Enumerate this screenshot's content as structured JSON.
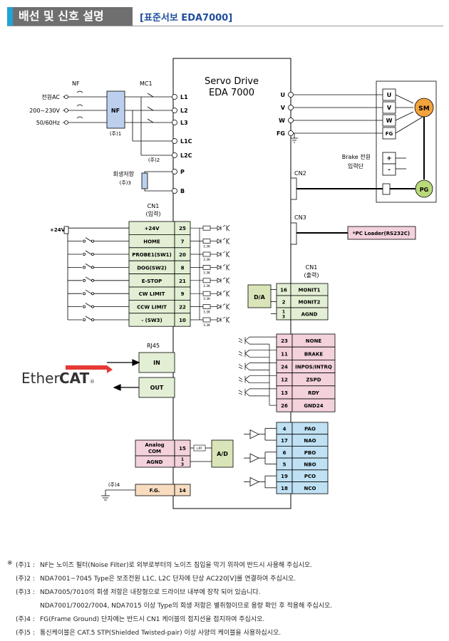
{
  "header": {
    "title": "배선 및 신호 설명",
    "subtitle": "[표준서보 EDA7000]"
  },
  "drive": {
    "title1": "Servo Drive",
    "title2": "EDA 7000"
  },
  "power": {
    "nf_label": "NF",
    "mc1_label": "MC1",
    "input_lines": [
      "전원AC",
      "200~230V",
      "50/60Hz"
    ],
    "nf_box": "NF",
    "note1": "(주)1",
    "note2": "(주)2",
    "terminals": [
      "L1",
      "L2",
      "L3",
      "L1C",
      "L2C"
    ]
  },
  "regen": {
    "label1": "회생저항",
    "label2": "(주)3",
    "terminals": [
      "P",
      "B"
    ]
  },
  "motor": {
    "terminals": [
      "U",
      "V",
      "W",
      "FG"
    ],
    "box_labels": [
      "U",
      "V",
      "W",
      "FG"
    ],
    "sm": "SM",
    "pg": "PG",
    "brake_label1": "Brake 전원",
    "brake_label2": "입력단",
    "brake_plus": "+",
    "brake_minus": "-"
  },
  "cn2": {
    "label": "CN2"
  },
  "cn3": {
    "label": "CN3",
    "box": "*PC Loader(RS232C)"
  },
  "cn1_input": {
    "label1": "CN1",
    "label2": "(입력)",
    "supply": "+24V",
    "resistor": "3.3K",
    "rows": [
      {
        "name": "+24V",
        "pin": "25"
      },
      {
        "name": "HOME",
        "pin": "7"
      },
      {
        "name": "PROBE1(SW1)",
        "pin": "20"
      },
      {
        "name": "DOG(SW2)",
        "pin": "8"
      },
      {
        "name": "E-STOP",
        "pin": "21"
      },
      {
        "name": "CW LIMIT",
        "pin": "9"
      },
      {
        "name": "CCW LIMIT",
        "pin": "22"
      },
      {
        "name": "- (SW3)",
        "pin": "10"
      }
    ]
  },
  "cn1_output": {
    "label1": "CN1",
    "label2": "(출력)",
    "da": "D/A",
    "monit": [
      {
        "pin": "16",
        "name": "MONIT1"
      },
      {
        "pin": "2",
        "name": "MONIT2"
      },
      {
        "pin": "1",
        "pin2": "3",
        "name": "AGND"
      }
    ],
    "digital": [
      {
        "pin": "23",
        "name": "NONE"
      },
      {
        "pin": "11",
        "name": "BRAKE"
      },
      {
        "pin": "24",
        "name": "INPOS/INTRQ"
      },
      {
        "pin": "12",
        "name": "ZSPD"
      },
      {
        "pin": "13",
        "name": "RDY"
      },
      {
        "pin": "26",
        "name": "GND24"
      }
    ],
    "encoder": [
      {
        "pin": "4",
        "name": "PAO"
      },
      {
        "pin": "17",
        "name": "NAO"
      },
      {
        "pin": "6",
        "name": "PBO"
      },
      {
        "pin": "5",
        "name": "NBO"
      },
      {
        "pin": "19",
        "name": "PCO"
      },
      {
        "pin": "18",
        "name": "NCO"
      }
    ]
  },
  "ethercat": {
    "rj45": "RJ45",
    "in": "IN",
    "out": "OUT",
    "logo_a": "Ether",
    "logo_b": "CAT",
    "logo_reg": "®"
  },
  "analog": {
    "name1": "Analog",
    "name2": "COM",
    "pin": "15",
    "agnd": "AGND",
    "agnd_pin1": "1",
    "agnd_pin2": "3",
    "lpf": "LPF",
    "ad": "A/D"
  },
  "fg": {
    "note": "(주)4",
    "name": "F.G.",
    "pin": "14"
  },
  "notes": [
    {
      "mark": "※",
      "key": "(주)1 :",
      "text": "NF는 노이즈 필터(Noise Filter)로 외부로부터의 노이즈 침입을 막기 위하여 반드시 사용해 주십시오."
    },
    {
      "mark": "",
      "key": "(주)2 :",
      "text": "NDA7001~7045 Type은 보조전원 L1C, L2C 단자에 단상 AC220[V]를 연결하여 주십시오."
    },
    {
      "mark": "",
      "key": "(주)3 :",
      "text": "NDA7005/7010의 회생 저항은 내장형으로 드라이브 내부에 장착 되어 있습니다."
    },
    {
      "mark": "",
      "key": "",
      "text": "NDA7001/7002/7004, NDA7015 이상 Type의 회생 저항은 별취형이므로 용량 확인 후 적용해 주십시오."
    },
    {
      "mark": "",
      "key": "(주)4 :",
      "text": "FG(Frame Ground) 단자에는 반드시 CN1 케이블의 접지선을 접지하여 주십시오."
    },
    {
      "mark": "",
      "key": "(주)5 :",
      "text": "통신케이블은 CAT.5 STP(Shielded Twisted-pair) 이상 사양의 케이블을 사용하십시오."
    }
  ],
  "colors": {
    "green": "#e3efd4",
    "pink": "#f3d2dc",
    "blue": "#bfe1f3",
    "orange": "#f7dcc0",
    "nf_blue": "#bcd0ee",
    "sm_orange": "#f3a33c",
    "pg_green": "#b9d97a",
    "olive": "#d9e5b8"
  }
}
